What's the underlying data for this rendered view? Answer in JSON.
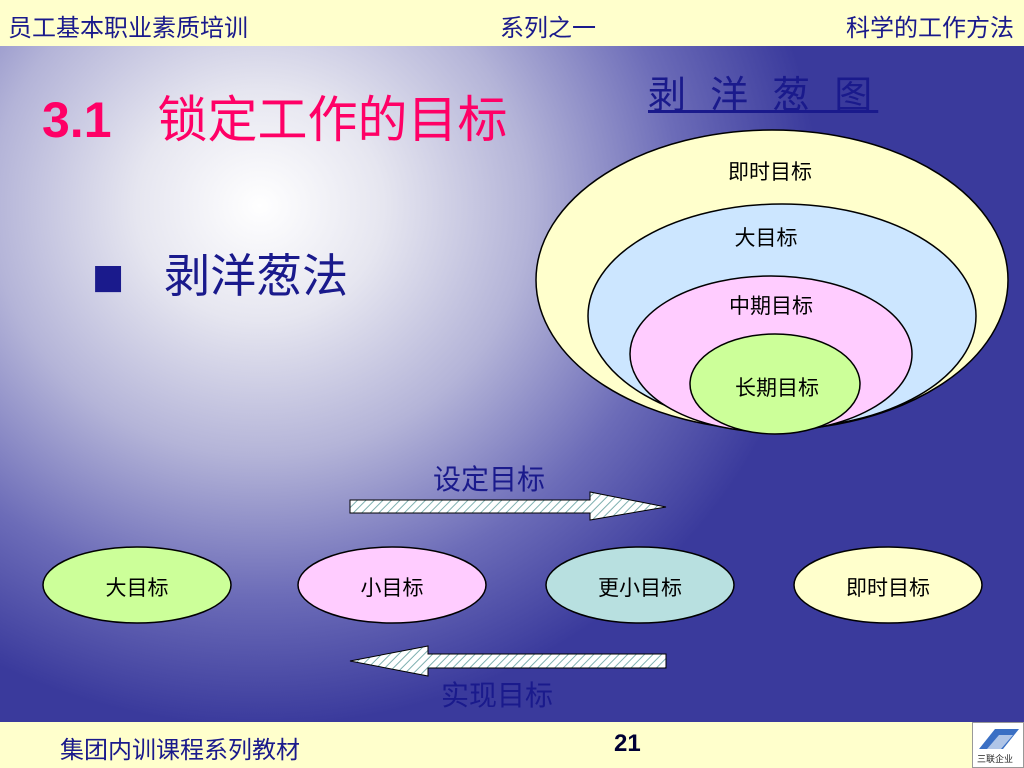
{
  "header": {
    "left": "员工基本职业素质培训",
    "middle": "系列之一",
    "right": "科学的工作方法"
  },
  "title": {
    "number": "3.1",
    "text": "锁定工作的目标"
  },
  "onion": {
    "heading": "剥 洋 葱 图",
    "layers": [
      "即时目标",
      "大目标",
      "中期目标",
      "长期目标"
    ]
  },
  "bullet": {
    "symbol": "■",
    "text": "剥洋葱法"
  },
  "flow": {
    "forward_label": "设定目标",
    "backward_label": "实现目标",
    "nodes": [
      "大目标",
      "小目标",
      "更小目标",
      "即时目标"
    ]
  },
  "footer": {
    "left": "集团内训课程系列教材",
    "page": "21",
    "logo_text": "三联企业"
  },
  "colors": {
    "header_bg": "#ffffcc",
    "text_navy": "#1a1a8c",
    "title_pink": "#ff0066",
    "layer_yellow": "#ffffcc",
    "layer_blue": "#cce6ff",
    "layer_pink": "#ffccff",
    "layer_green": "#ccff99",
    "node_teal": "#b8e0e0"
  }
}
